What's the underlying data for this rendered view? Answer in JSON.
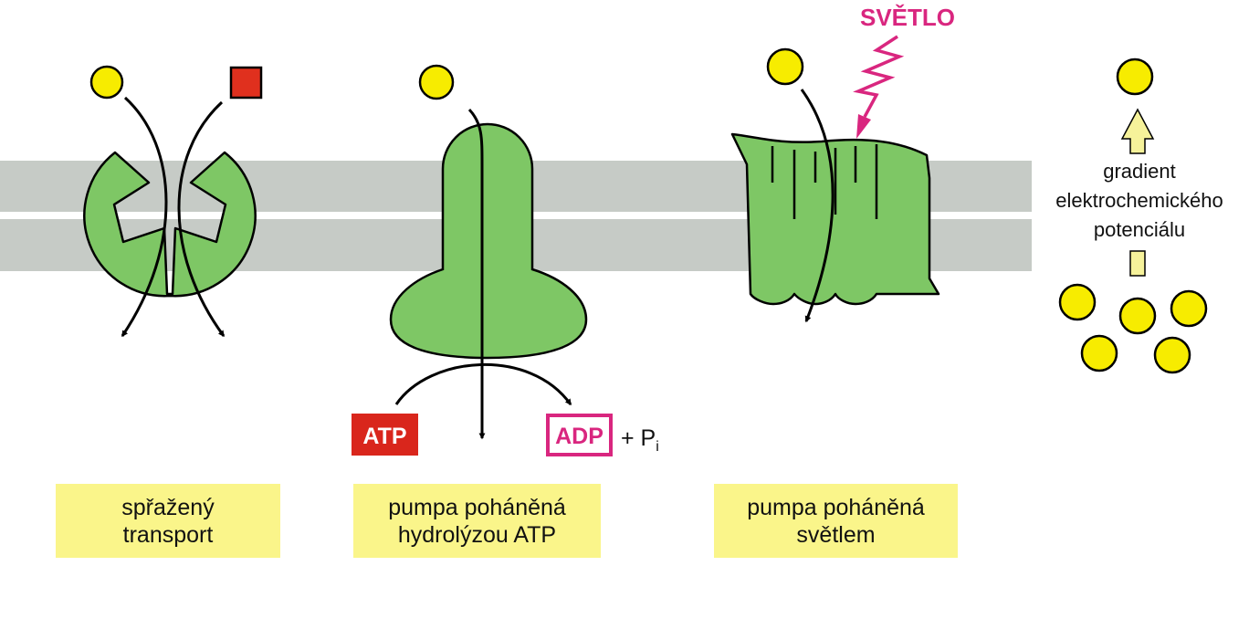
{
  "colors": {
    "membrane": "#c6cbc6",
    "protein": "#7ec765",
    "solute_yellow": "#f7ec00",
    "solute_red": "#e0301e",
    "light_magenta": "#d9267f",
    "atp_red": "#d9261c",
    "caption_bg": "#faf58a",
    "gradient_arrow": "#f6f29a"
  },
  "light_label": "SVĚTLO",
  "atp_label": "ATP",
  "adp_label": "ADP",
  "pi_label": "+ P",
  "pi_subscript": "i",
  "gradient_label": {
    "line1": "gradient",
    "line2": "elektrochemického",
    "line3": "potenciálu"
  },
  "captions": {
    "coupled": {
      "line1": "spřažený",
      "line2": "transport"
    },
    "atp_pump": {
      "line1": "pumpa poháněná",
      "line2": "hydrolýzou ATP"
    },
    "light_pump": {
      "line1": "pumpa poháněná",
      "line2": "světlem"
    }
  }
}
